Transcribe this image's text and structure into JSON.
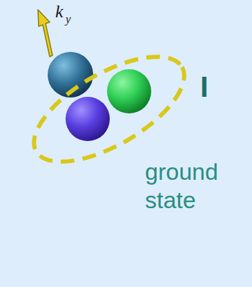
{
  "diagram": {
    "labels": [
      "k",
      "y",
      "I",
      "ground state"
    ]
  }
}
